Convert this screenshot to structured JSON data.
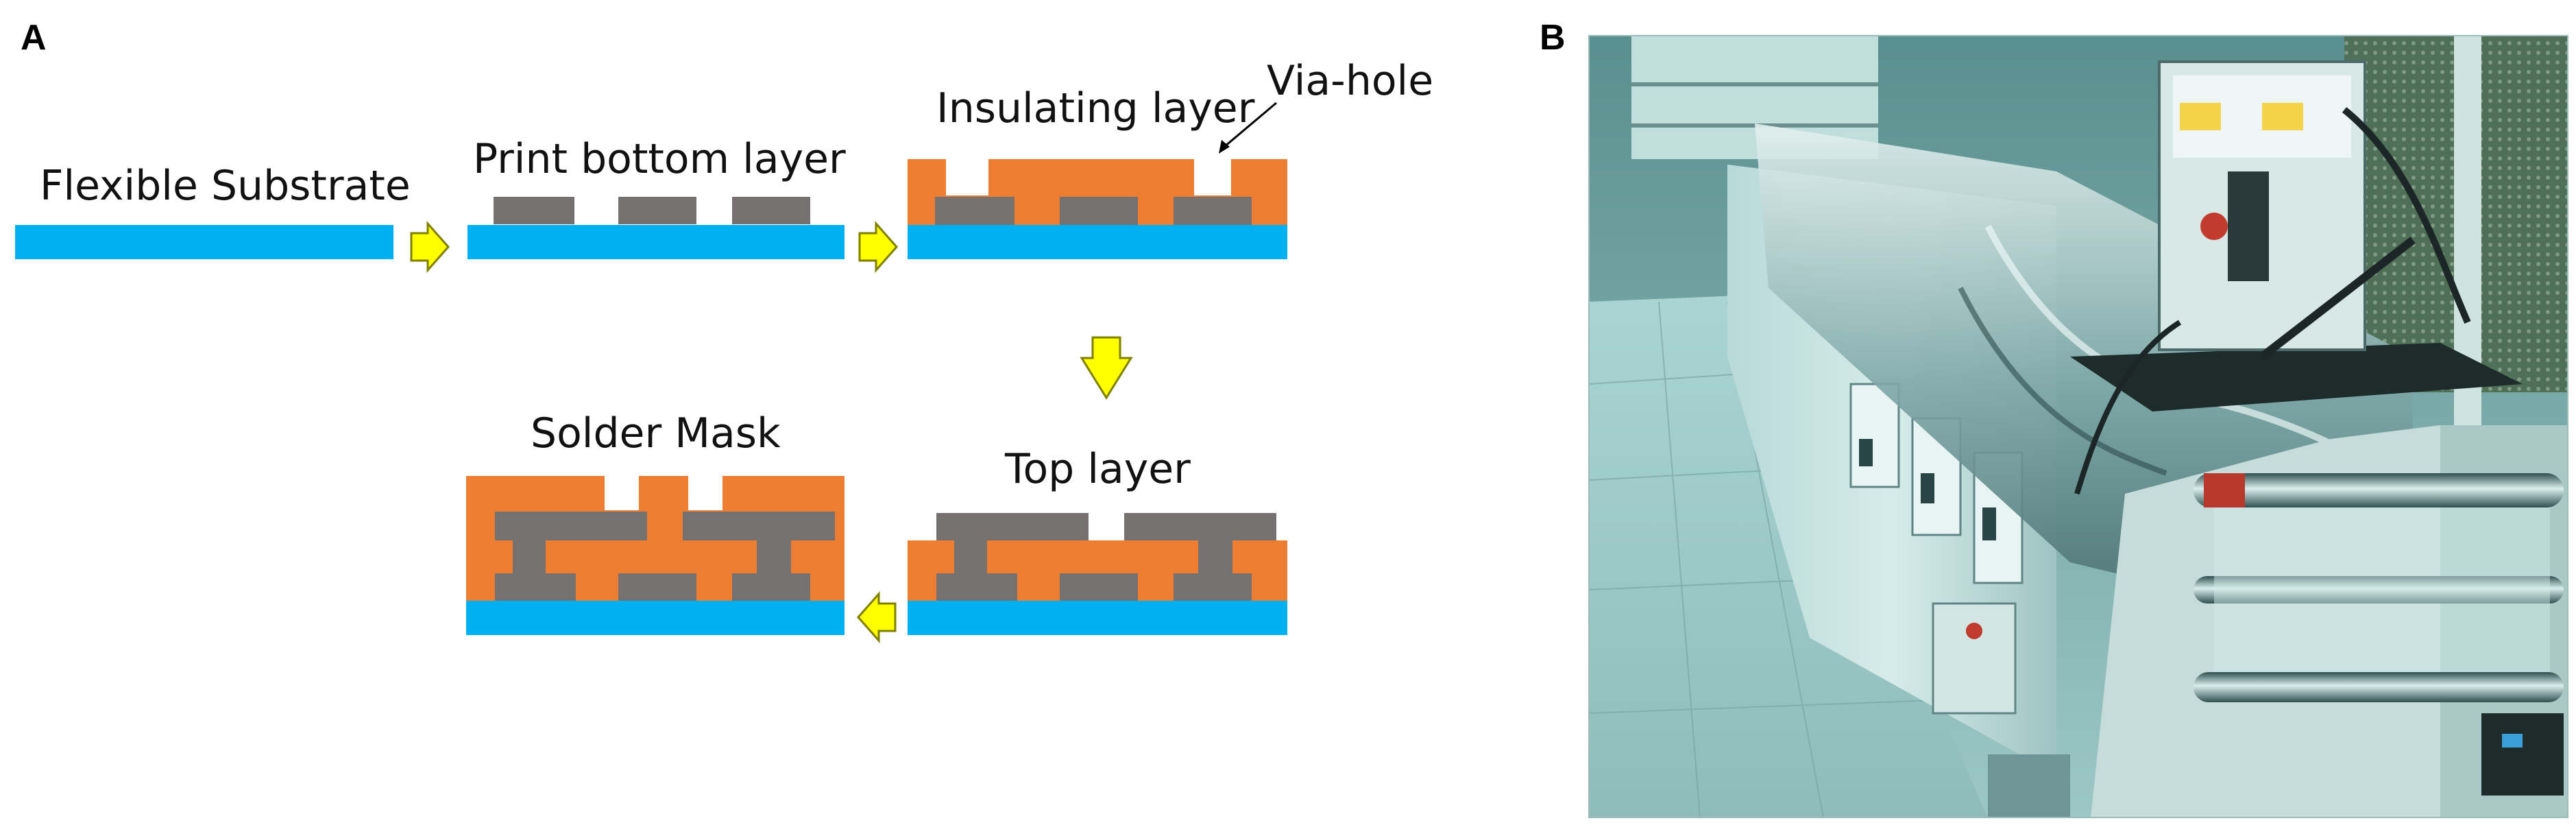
{
  "panel_a": {
    "label": "A",
    "steps": {
      "flexible_substrate": "Flexible Substrate",
      "print_bottom_layer": "Print bottom layer",
      "insulating_layer": "Insulating layer",
      "via_hole": "Via-hole",
      "top_layer": "Top layer",
      "solder_mask": "Solder Mask"
    }
  },
  "panel_b": {
    "label": "B"
  },
  "colors": {
    "substrate": "#00b0f0",
    "conductor": "#767171",
    "insulator": "#ed7d31",
    "arrow": "#ffff00",
    "arrow_outline": "#7f7f00"
  }
}
